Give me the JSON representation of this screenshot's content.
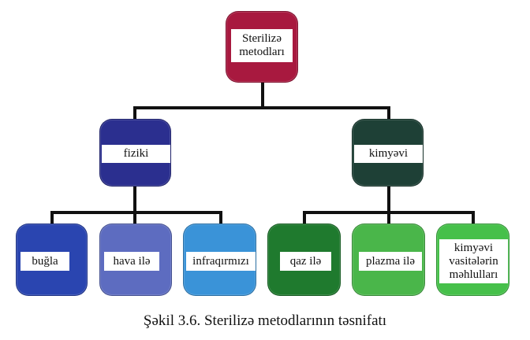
{
  "diagram": {
    "root": {
      "label": "Sterilizə\nmetodları",
      "color": "#a8193f"
    },
    "branches": [
      {
        "label": "fiziki",
        "color": "#2b2f8f",
        "children": [
          {
            "label": "buğla",
            "color": "#2a45b0"
          },
          {
            "label": "hava ilə",
            "color": "#5d6cc0"
          },
          {
            "label": "infraqırmızı",
            "color": "#3a93d8"
          }
        ]
      },
      {
        "label": "kimyəvi",
        "color": "#1e4036",
        "children": [
          {
            "label": "qaz ilə",
            "color": "#1f7a2e"
          },
          {
            "label": "plazma ilə",
            "color": "#4ab64a"
          },
          {
            "label": "kimyəvi\nvasitələrin\nməhlulları",
            "color": "#46c04a"
          }
        ]
      }
    ],
    "connector_color": "#111111"
  },
  "caption": "Şəkil 3.6. Sterilizə metodlarının təsnifatı"
}
